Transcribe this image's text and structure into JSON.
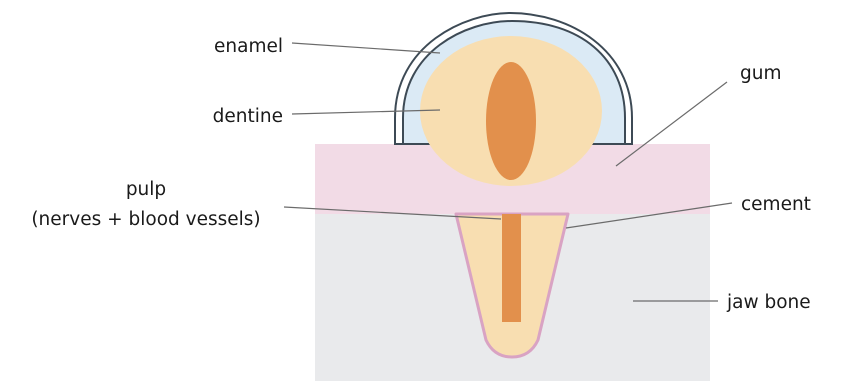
{
  "labels": {
    "enamel": "enamel",
    "dentine": "dentine",
    "pulp": "pulp",
    "pulp_detail": "(nerves + blood vessels)",
    "gum": "gum",
    "cement": "cement",
    "jaw_bone": "jaw bone"
  },
  "colors": {
    "enamel": "#dbeaf5",
    "outline": "#3d4a55",
    "dentine": "#f8deb1",
    "pulp": "#e2904c",
    "gum": "#f2dbe6",
    "cement": "#d9a3c3",
    "jaw_bone": "#e9eaec",
    "leader": "#6b6b6b"
  }
}
